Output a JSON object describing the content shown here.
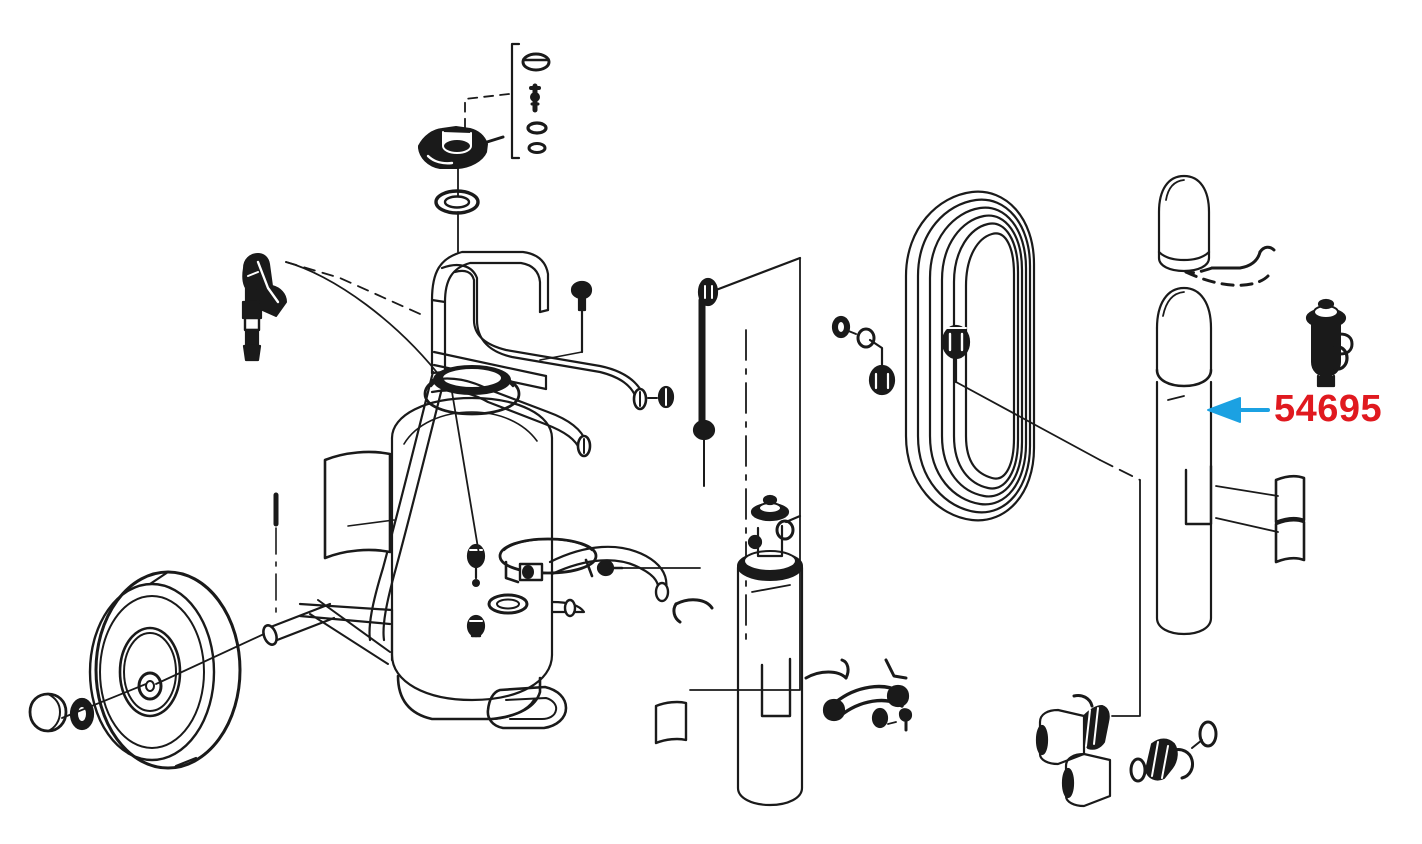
{
  "diagram": {
    "title": "Exploded parts diagram",
    "subject": "portable pressurized tank / blaster assembly",
    "background_color": "#ffffff",
    "line_color": "#1a1a1a",
    "view": "exploded isometric line drawing"
  },
  "callout": {
    "part_number": "54695",
    "label_color": "#e0191f",
    "arrow_color": "#1ba1e2",
    "arrow_direction": "left",
    "points_to": "pressure-cylinder-lower"
  },
  "components": [
    {
      "id": "regulator-head",
      "name": "regulator head assembly"
    },
    {
      "id": "seal-kit-bracket",
      "name": "seal kit bracket"
    },
    {
      "id": "seal-cap",
      "name": "seal cap"
    },
    {
      "id": "valve-stem",
      "name": "valve stem"
    },
    {
      "id": "o-ring-large",
      "name": "o-ring large"
    },
    {
      "id": "o-ring-small",
      "name": "o-ring small"
    },
    {
      "id": "gasket-ring",
      "name": "gasket ring"
    },
    {
      "id": "elbow-fitting",
      "name": "elbow fitting"
    },
    {
      "id": "check-valve",
      "name": "check valve"
    },
    {
      "id": "tank-body",
      "name": "main tank body"
    },
    {
      "id": "handle-frame",
      "name": "handle frame"
    },
    {
      "id": "upper-hose",
      "name": "upper hose"
    },
    {
      "id": "lower-hose",
      "name": "lower hose"
    },
    {
      "id": "hose-clamp",
      "name": "hose clamp"
    },
    {
      "id": "tank-collar",
      "name": "tank collar"
    },
    {
      "id": "drain-valve",
      "name": "drain valve"
    },
    {
      "id": "tank-foot",
      "name": "tank foot"
    },
    {
      "id": "wheel",
      "name": "wheel"
    },
    {
      "id": "hub-cap",
      "name": "hub cap"
    },
    {
      "id": "axle-washer",
      "name": "axle washer"
    },
    {
      "id": "axle",
      "name": "axle"
    },
    {
      "id": "axle-bracket",
      "name": "axle bracket"
    },
    {
      "id": "cotter-pin",
      "name": "cotter pin"
    },
    {
      "id": "decal-plate",
      "name": "decal plate"
    },
    {
      "id": "dip-tube",
      "name": "dip tube"
    },
    {
      "id": "coiled-hose",
      "name": "coiled hose"
    },
    {
      "id": "hose-coupler-upper",
      "name": "hose coupler upper"
    },
    {
      "id": "hose-coupler-lower",
      "name": "hose coupler lower"
    },
    {
      "id": "gas-cylinder-center",
      "name": "gas cylinder center"
    },
    {
      "id": "cylinder-valve-center",
      "name": "cylinder valve center"
    },
    {
      "id": "retaining-clip",
      "name": "retaining clip"
    },
    {
      "id": "hold-down-strap",
      "name": "hold down strap"
    },
    {
      "id": "strap-nut",
      "name": "strap nut"
    },
    {
      "id": "strap-bolt",
      "name": "strap bolt"
    },
    {
      "id": "pressure-cylinder-upper",
      "name": "pressure cylinder upper"
    },
    {
      "id": "pressure-cylinder-lower",
      "name": "pressure cylinder lower"
    },
    {
      "id": "cylinder-clip",
      "name": "cylinder clip"
    },
    {
      "id": "cylinder-valve-right",
      "name": "cylinder valve right"
    },
    {
      "id": "label-decal-upper",
      "name": "label decal upper"
    },
    {
      "id": "label-decal-lower",
      "name": "label decal lower"
    },
    {
      "id": "nozzle-assembly-upper",
      "name": "nozzle assembly upper"
    },
    {
      "id": "nozzle-assembly-lower",
      "name": "nozzle assembly lower"
    },
    {
      "id": "nozzle-washer",
      "name": "nozzle washer"
    }
  ]
}
